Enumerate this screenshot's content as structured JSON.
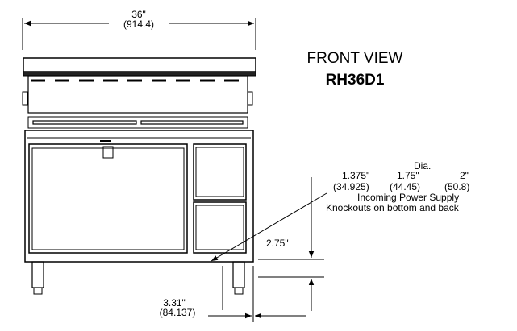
{
  "view_title": "FRONT VIEW",
  "model": "RH36D1",
  "dimensions": {
    "width_in": "36\"",
    "width_mm": "(914.4)",
    "height_in": "2.75\"",
    "offset_in": "3.31\"",
    "offset_mm": "(84.137)"
  },
  "knockouts": {
    "heading": "Dia.",
    "sizes_in": [
      "1.375\"",
      "1.75\"",
      "2\""
    ],
    "sizes_mm": [
      "(34.925)",
      "(44.45)",
      "(50.8)"
    ],
    "caption_line1": "Incoming Power Supply",
    "caption_line2": "Knockouts on bottom and back"
  }
}
